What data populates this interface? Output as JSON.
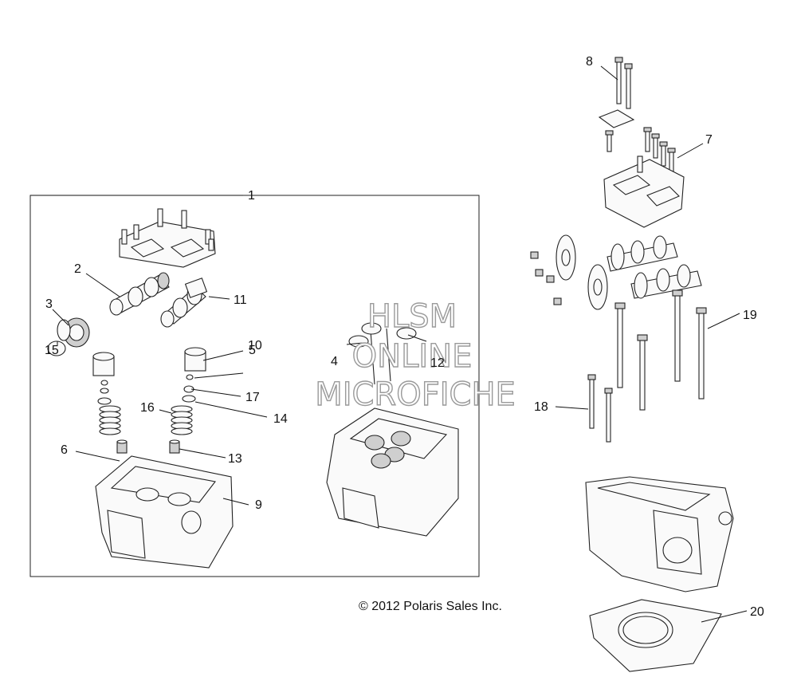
{
  "copyright": "© 2012 Polaris Sales Inc.",
  "watermark": {
    "line1": "HLSM",
    "line2": "ONLINE",
    "line3": "MICROFICHE"
  },
  "callouts": {
    "c1": "1",
    "c2": "2",
    "c3": "3",
    "c4": "4",
    "c5": "5",
    "c6": "6",
    "c7": "7",
    "c8": "8",
    "c9": "9",
    "c10": "10",
    "c11": "11",
    "c12": "12",
    "c13": "13",
    "c14": "14",
    "c15": "15",
    "c16": "16",
    "c17": "17",
    "c18": "18",
    "c19": "19",
    "c20": "20"
  }
}
